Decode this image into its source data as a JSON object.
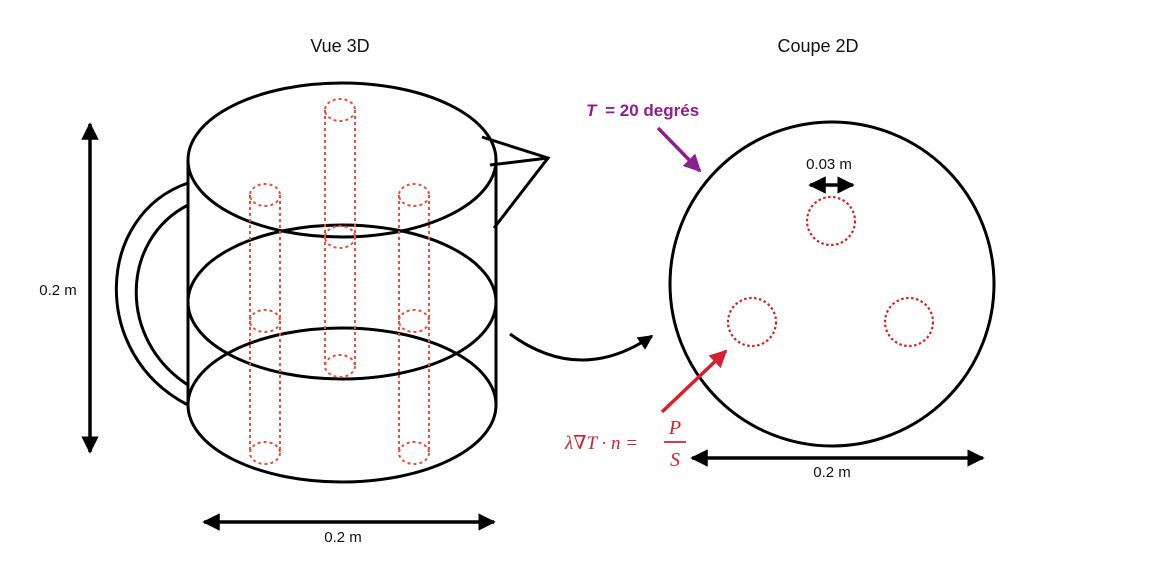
{
  "titles": {
    "view3d": "Vue 3D",
    "section2d": "Coupe 2D"
  },
  "dimensions": {
    "height_3d": "0.2 m",
    "width_3d": "0.2 m",
    "width_2d": "0.2 m",
    "hole_diameter": "0.03 m"
  },
  "boundary_condition": {
    "temperature_symbol": "T",
    "temperature_value": "= 20 degrés",
    "flux_lhs": "λ∇T · n =",
    "flux_numerator": "P",
    "flux_denominator": "S"
  },
  "colors": {
    "outline": "#000000",
    "heater": "#e8503a",
    "hole": "#d42020",
    "temperature": "#8e1f8e",
    "flux": "#d42030"
  }
}
